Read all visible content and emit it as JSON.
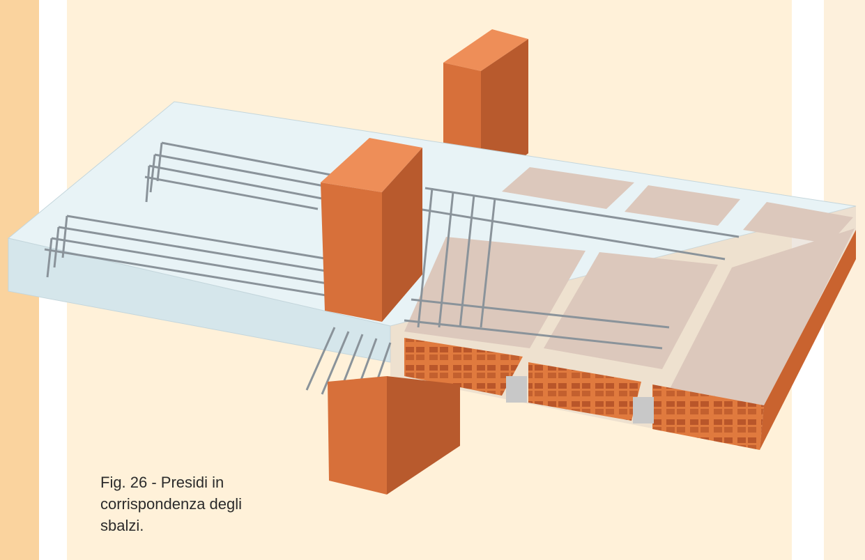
{
  "caption": {
    "line1": "Fig. 26 - Presidi in",
    "line2": "corrispondenza degli",
    "line3": "sbalzi."
  },
  "colors": {
    "background": "#fff1d9",
    "side_band": "#fad39e",
    "brick_front": "#d7703a",
    "brick_top": "#ee8e58",
    "brick_side": "#b85a2d",
    "slab": "#dcecf0",
    "block_top": "#dcc8bc",
    "steel": "#8a939a"
  }
}
